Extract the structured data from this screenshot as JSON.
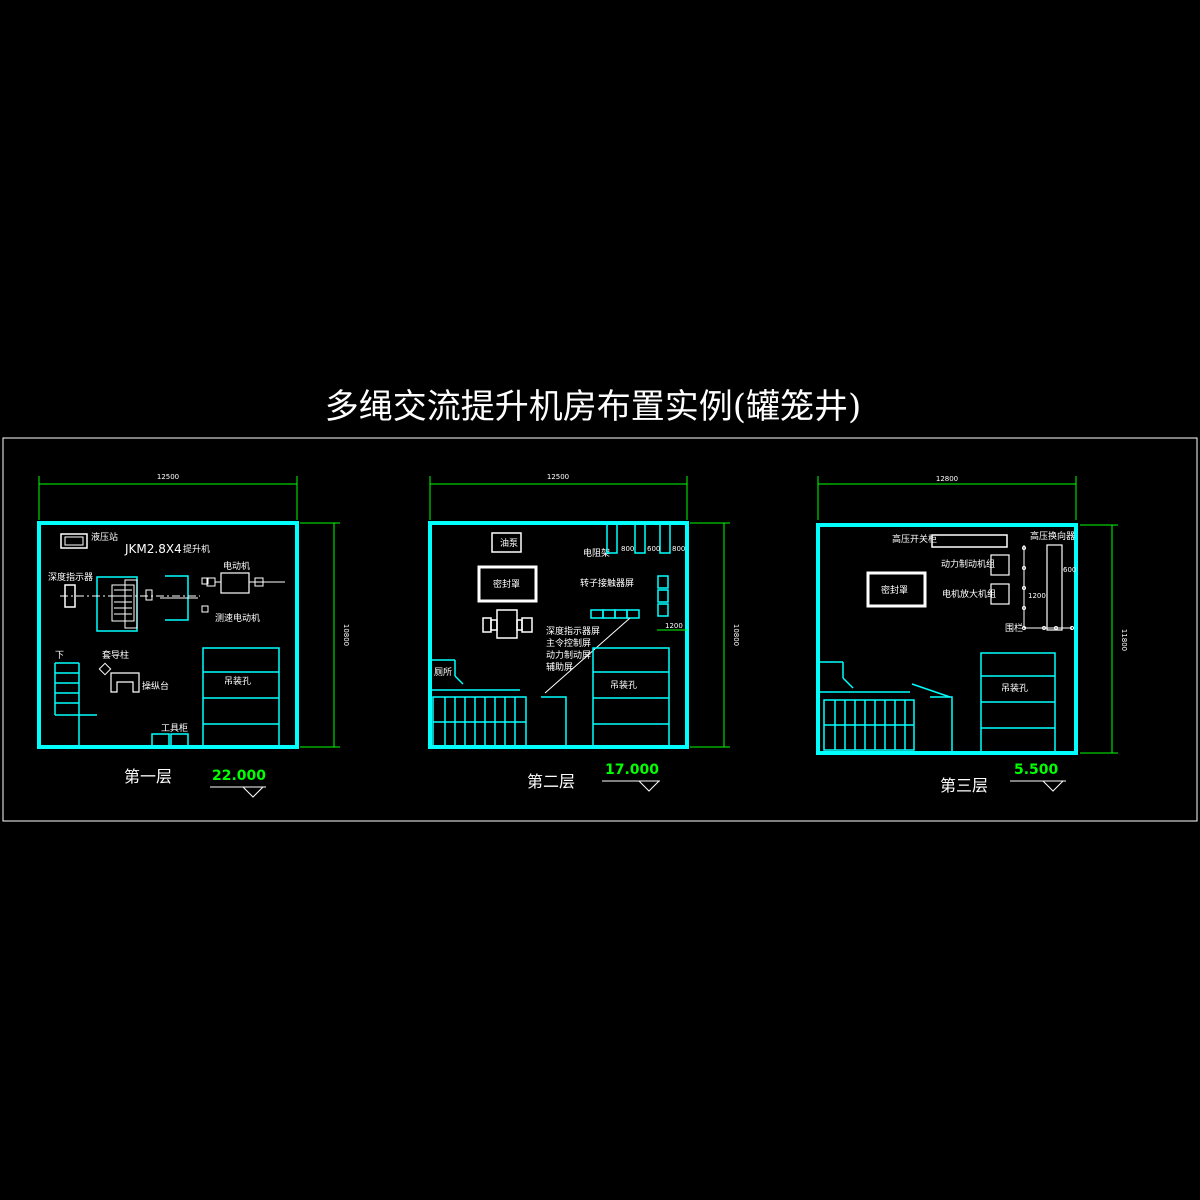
{
  "title": "多绳交流提升机房布置实例(罐笼井)",
  "colors": {
    "background": "#000000",
    "walls": "#00ffff",
    "text": "#ffffff",
    "dimensions": "#00ff00",
    "frame": "#ffffff"
  },
  "floor1": {
    "name": "第一层",
    "elevation": "22.000",
    "width_dim": "12500",
    "height_dim": "10800",
    "labels": {
      "hydraulic_station": "液压站",
      "hoist_model": "JKM2.8X4",
      "hoist_suffix": "提升机",
      "depth_indicator": "深度指示器",
      "motor": "电动机",
      "tacho_motor": "测速电动机",
      "down": "下",
      "guide_column": "套导柱",
      "console": "操纵台",
      "hoist_hole": "吊装孔",
      "tool_cabinet": "工具柜"
    }
  },
  "floor2": {
    "name": "第二层",
    "elevation": "17.000",
    "width_dim": "12500",
    "height_dim": "10800",
    "labels": {
      "oil_pump": "油泵",
      "sealed_cover": "密封罩",
      "resistor_rack": "电阻架",
      "gap_a": "800",
      "gap_b": "600",
      "gap_c": "800",
      "rotor_contactor": "转子接触器屏",
      "clearance": "1200",
      "panel_1": "深度指示器屏",
      "panel_2": "主令控制屏",
      "panel_3": "动力制动屏",
      "panel_4": "辅助屏",
      "toilet": "厕所",
      "hoist_hole": "吊装孔"
    }
  },
  "floor3": {
    "name": "第三层",
    "elevation": "5.500",
    "width_dim": "12800",
    "height_dim": "11800",
    "labels": {
      "hv_switch": "高压开关柜",
      "hv_reactor": "高压换向器",
      "dyn_brake": "动力制动机组",
      "amp_unit": "电机放大机组",
      "sealed_cover": "密封罩",
      "dim_600": "600",
      "dim_1200": "1200",
      "railing": "围栏",
      "hoist_hole": "吊装孔"
    }
  }
}
